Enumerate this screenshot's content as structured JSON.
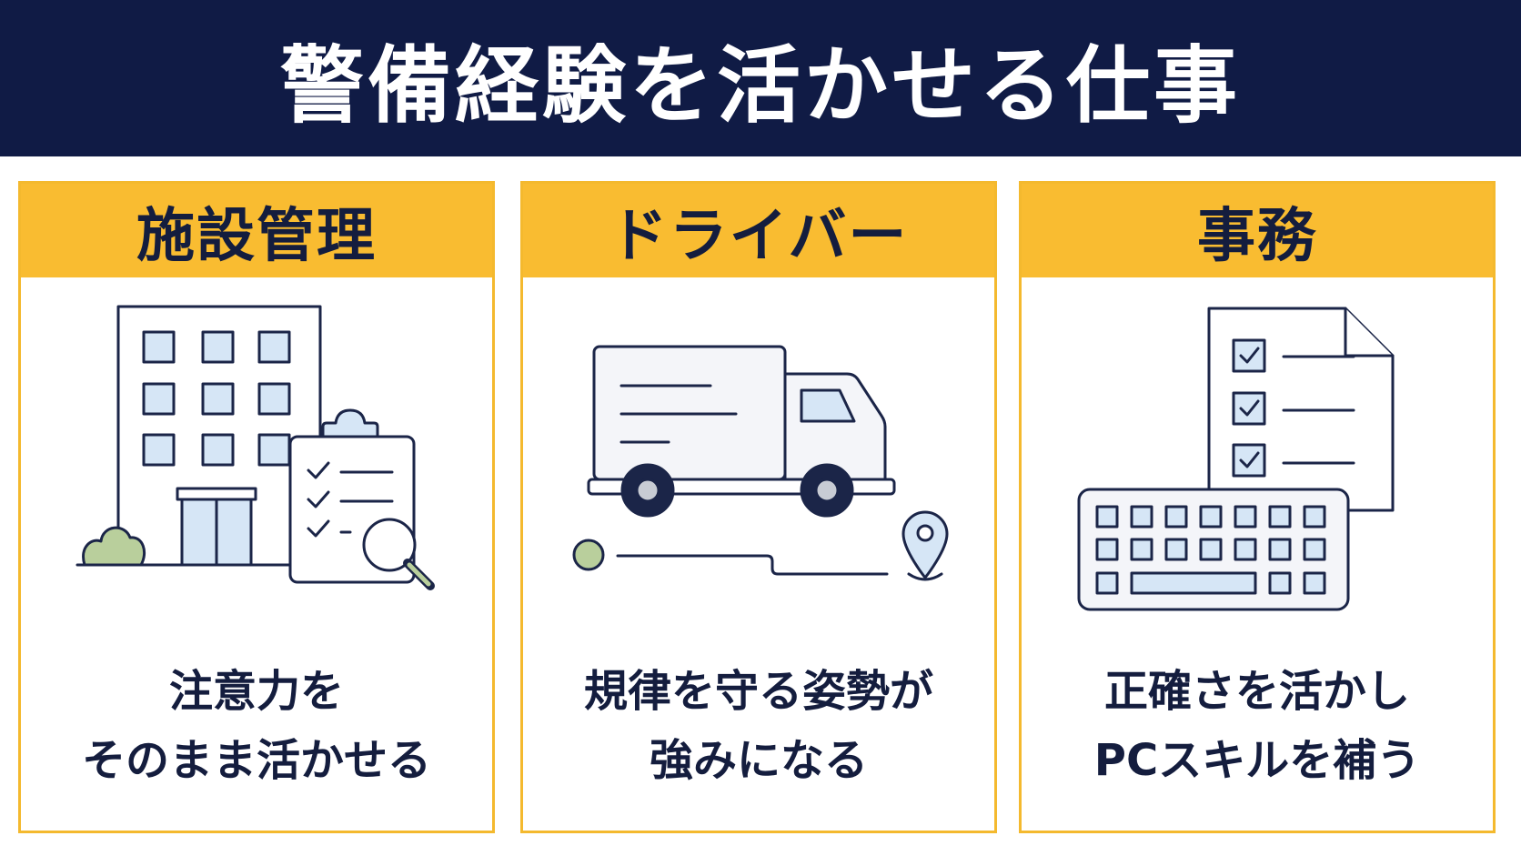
{
  "header": {
    "title": "警備経験を活かせる仕事"
  },
  "cards": [
    {
      "title": "施設管理",
      "icon": "building-with-clipboard-icon",
      "desc_line1": "注意力を",
      "desc_line2": "そのまま活かせる"
    },
    {
      "title": "ドライバー",
      "icon": "delivery-truck-route-icon",
      "desc_line1": "規律を守る姿勢が",
      "desc_line2": "強みになる"
    },
    {
      "title": "事務",
      "icon": "checklist-keyboard-icon",
      "desc_line1": "正確さを活かし",
      "desc_line2": "PCスキルを補う"
    }
  ],
  "colors": {
    "header_bg": "#101b45",
    "accent_yellow": "#f9bc31",
    "text_dark": "#141d3e",
    "icon_blue_fill": "#d6e6f6",
    "icon_green_fill": "#b9cf9c"
  }
}
